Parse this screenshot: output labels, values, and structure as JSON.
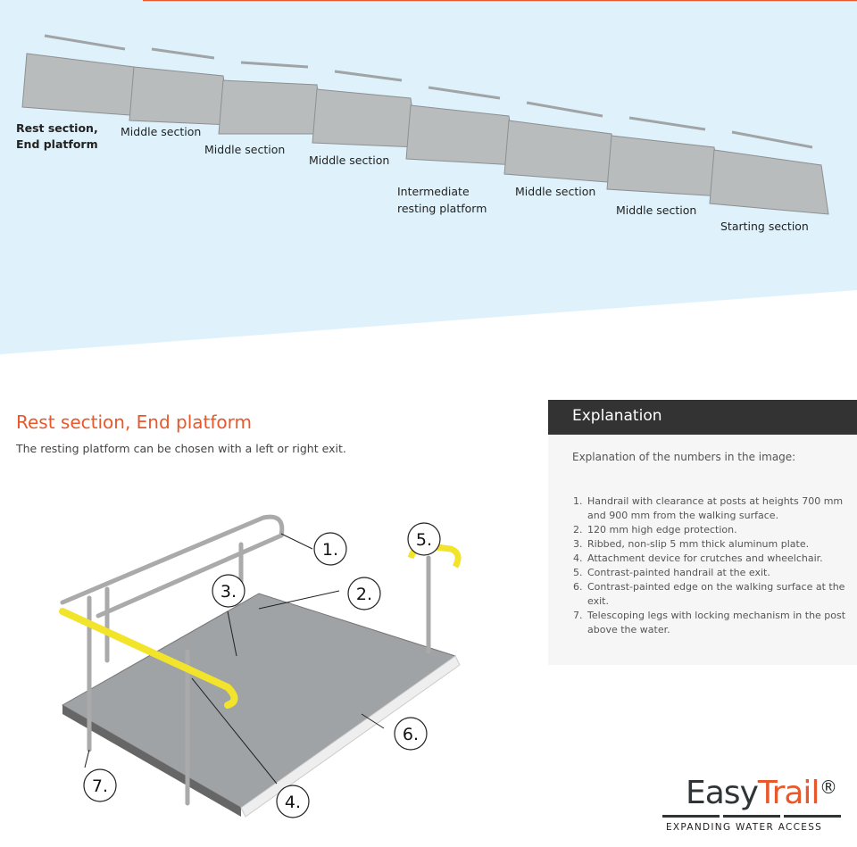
{
  "overview": {
    "labels": [
      "Rest section,",
      "End platform",
      "Middle section",
      "Middle section",
      "Middle section",
      "Intermediate",
      "resting platform",
      "Middle section",
      "Middle section",
      "Starting section"
    ]
  },
  "detail": {
    "title": "Rest section, End platform",
    "subtitle": "The resting platform can be chosen with a left or right exit.",
    "callouts": [
      "1.",
      "2.",
      "3.",
      "4.",
      "5.",
      "6.",
      "7."
    ]
  },
  "explanation": {
    "heading": "Explanation",
    "intro": "Explanation of the numbers in the image:",
    "items": [
      {
        "n": "1.",
        "text": "Handrail with clearance at posts at heights 700 mm and 900 mm from the walking surface."
      },
      {
        "n": "2.",
        "text": "120 mm high edge protection."
      },
      {
        "n": "3.",
        "text": "Ribbed, non-slip 5 mm thick aluminum plate."
      },
      {
        "n": "4.",
        "text": "Attachment device for crutches and wheelchair."
      },
      {
        "n": "5.",
        "text": "Contrast-painted handrail at the exit."
      },
      {
        "n": "6.",
        "text": "Contrast-painted edge on the walking surface at the exit."
      },
      {
        "n": "7.",
        "text": "Telescoping legs with locking mechanism in the post above the water."
      }
    ]
  },
  "logo": {
    "easy": "Easy",
    "trail": "Trail",
    "reg": "®",
    "tagline": "EXPANDING WATER ACCESS"
  },
  "colors": {
    "accent": "#e8582a",
    "sky": "#dff2fb",
    "rail_yellow": "#f2e42b"
  }
}
